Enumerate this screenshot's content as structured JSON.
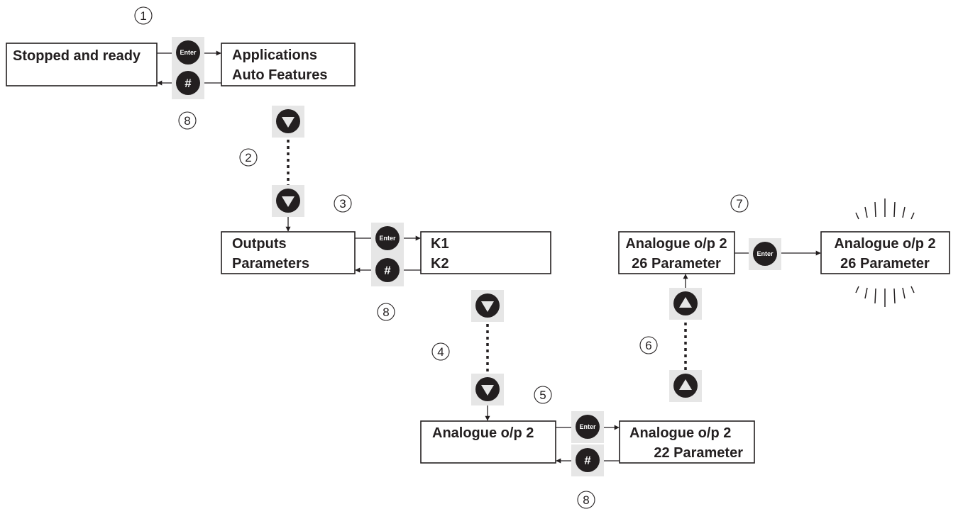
{
  "steps": [
    "1",
    "2",
    "3",
    "4",
    "5",
    "6",
    "7",
    "8",
    "8",
    "8"
  ],
  "buttons": {
    "enter_label": "Enter",
    "hash_label": "#"
  },
  "boxes": {
    "stopped": [
      "Stopped and ready"
    ],
    "applications": [
      "Applications",
      "Auto Features"
    ],
    "outputs": [
      "Outputs",
      "Parameters"
    ],
    "k": [
      "K1",
      "K2"
    ],
    "analogue": [
      "Analogue o/p 2"
    ],
    "param22": [
      "Analogue o/p 2",
      "22  Parameter"
    ],
    "param26": [
      "Analogue o/p 2",
      "26  Parameter"
    ],
    "param26_flash": [
      "Analogue o/p 2",
      "26  Parameter"
    ]
  },
  "colors": {
    "ink": "#231f20",
    "tile": "#e6e6e6",
    "background": "#ffffff"
  },
  "icons": [
    "enter-button-icon",
    "hash-button-icon",
    "down-arrow-button-icon",
    "up-arrow-button-icon",
    "flash-rays-icon"
  ]
}
